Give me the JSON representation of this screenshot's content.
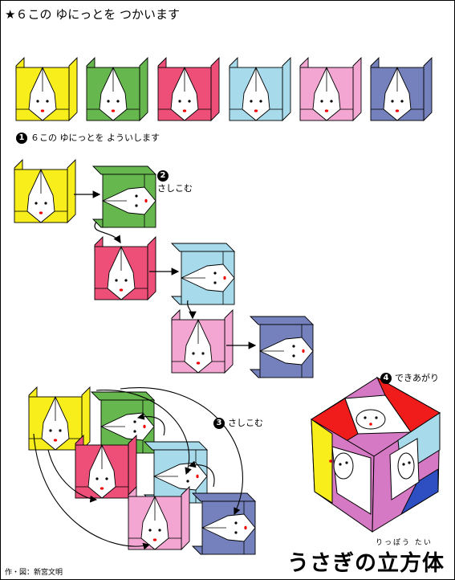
{
  "title": "★６この ゆにっとを つかいます",
  "colors": {
    "yellow": "#f7ee1b",
    "green": "#66b84e",
    "red": "#ee4f79",
    "lightblue": "#a7daeb",
    "pink": "#f3a6d2",
    "blue": "#7481bd",
    "cube_red": "#f01c1c",
    "cube_magenta": "#d679c4",
    "cube_blue": "#2e4fc2"
  },
  "units_row": [
    "yellow",
    "green",
    "red",
    "lightblue",
    "pink",
    "blue"
  ],
  "steps": [
    {
      "number": "1",
      "text": "６この ゆにっとを よういします"
    },
    {
      "number": "2",
      "text": "さしこむ"
    },
    {
      "number": "3",
      "text": "さしこむ"
    },
    {
      "number": "4",
      "text": "できあがり"
    }
  ],
  "credit": "作・図：新宮文明",
  "result_title": "うさぎの立方体",
  "result_ruby": "りっぽう たい"
}
